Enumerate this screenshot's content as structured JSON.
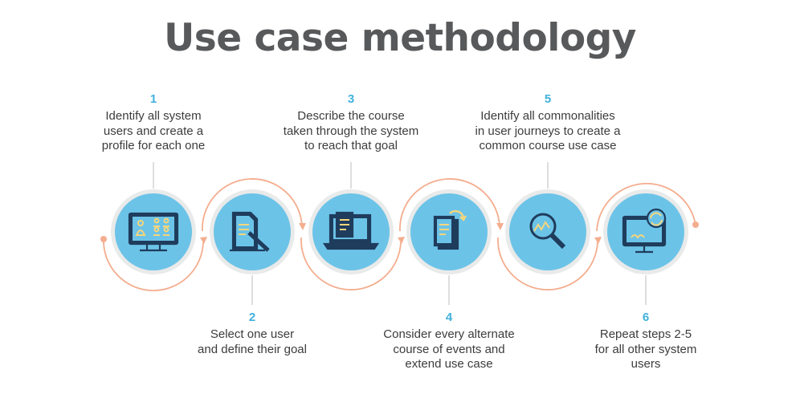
{
  "title": "Use case methodology",
  "colors": {
    "circle_fill": "#6cc3e8",
    "circle_ring": "#e9eaea",
    "icon_dark": "#1f3c5c",
    "icon_accent": "#f6d67b",
    "arc": "#f4ad8e",
    "step_number": "#3fb1dc"
  },
  "steps": [
    {
      "number": "1",
      "lines": [
        "Identify all system",
        "users and create a",
        "profile for each one"
      ],
      "icon": "monitor-users-icon"
    },
    {
      "number": "2",
      "lines": [
        "Select one user",
        "and define their goal"
      ],
      "icon": "document-pencil-icon"
    },
    {
      "number": "3",
      "lines": [
        "Describe the course",
        "taken through the system",
        "to reach that goal"
      ],
      "icon": "laptop-document-icon"
    },
    {
      "number": "4",
      "lines": [
        "Consider every alternate",
        "course of events and",
        "extend use case"
      ],
      "icon": "documents-refresh-icon"
    },
    {
      "number": "5",
      "lines": [
        "Identify all commonalities",
        "in user journeys to create a",
        "common course use case"
      ],
      "icon": "magnifier-chart-icon"
    },
    {
      "number": "6",
      "lines": [
        "Repeat steps 2-5",
        "for all other system",
        "users"
      ],
      "icon": "monitor-refresh-icon"
    }
  ]
}
